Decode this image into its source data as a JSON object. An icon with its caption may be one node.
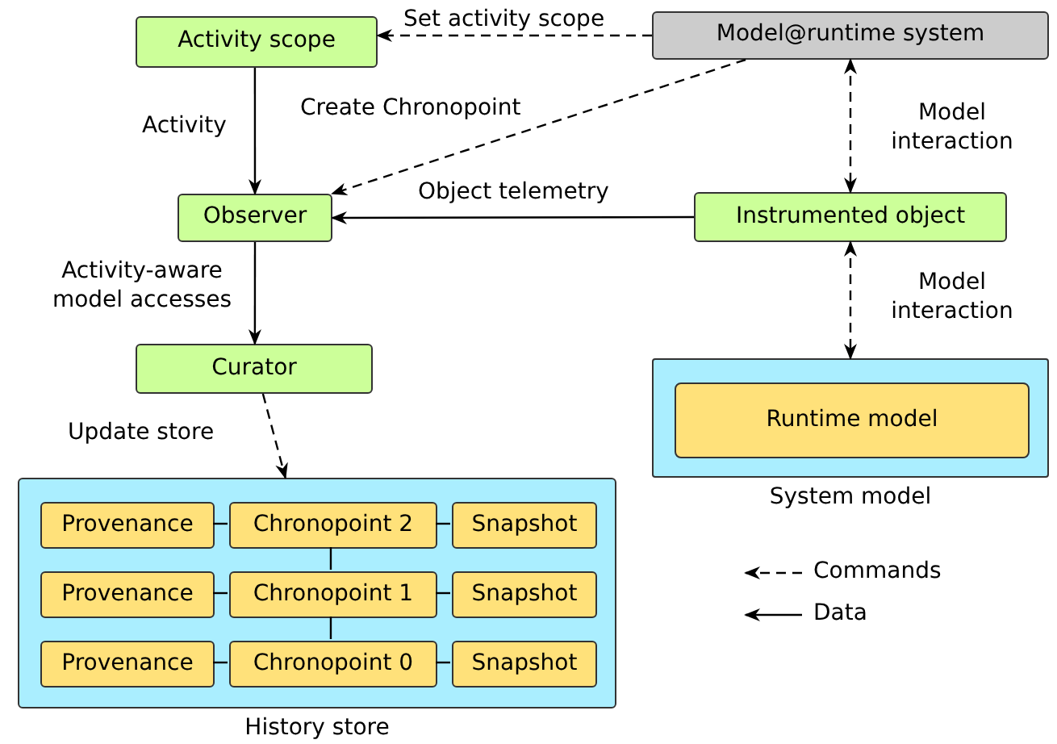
{
  "diagram": {
    "nodes": [
      {
        "text": [
          "Activity scope"
        ]
      },
      {
        "text": [
          "Model@runtime system"
        ]
      },
      {
        "text": [
          "Observer"
        ]
      },
      {
        "text": [
          "Instrumented object"
        ]
      },
      {
        "text": [
          "Curator"
        ]
      },
      {
        "text": [
          "System model"
        ]
      },
      {
        "text": [
          "Runtime model"
        ],
        "in": 5
      },
      {
        "text": [
          "History store"
        ]
      },
      {
        "text": [
          "Provenance"
        ],
        "in": 7
      },
      {
        "text": [
          "Chronopoint 2"
        ],
        "in": 7
      },
      {
        "text": [
          "Snapshot"
        ],
        "in": 7
      },
      {
        "text": [
          "Provenance"
        ],
        "in": 7
      },
      {
        "text": [
          "Chronopoint 1"
        ],
        "in": 7
      },
      {
        "text": [
          "Snapshot"
        ],
        "in": 7
      },
      {
        "text": [
          "Provenance"
        ],
        "in": 7
      },
      {
        "text": [
          "Chronopoint 0"
        ],
        "in": 7
      },
      {
        "text": [
          "Snapshot"
        ],
        "in": 7
      }
    ],
    "edges": [
      {
        "from": 1,
        "to": 0,
        "arrow": "to",
        "label": "Set activity scope",
        "style": "dashed"
      },
      {
        "from": 0,
        "to": 2,
        "arrow": "to",
        "label": "Activity"
      },
      {
        "from": 1,
        "to": 2,
        "arrow": "to",
        "label": "Create Chronopoint",
        "style": "dashed"
      },
      {
        "from": 3,
        "to": 2,
        "arrow": "to",
        "label": "Object telemetry"
      },
      {
        "from": 1,
        "to": 3,
        "arrow": "both",
        "label": "Model interaction",
        "style": "dashed"
      },
      {
        "from": 2,
        "to": 4,
        "arrow": "to",
        "label": "Activity-aware model accesses"
      },
      {
        "from": 3,
        "to": 5,
        "arrow": "both",
        "label": "Model interaction",
        "style": "dashed"
      },
      {
        "from": 4,
        "to": 7,
        "arrow": "to",
        "label": "Update store",
        "style": "dashed"
      },
      {
        "from": 8,
        "to": 9,
        "arrow": "none"
      },
      {
        "from": 9,
        "to": 10,
        "arrow": "none"
      },
      {
        "from": 11,
        "to": 12,
        "arrow": "none"
      },
      {
        "from": 12,
        "to": 13,
        "arrow": "none"
      },
      {
        "from": 14,
        "to": 15,
        "arrow": "none"
      },
      {
        "from": 15,
        "to": 16,
        "arrow": "none"
      },
      {
        "from": 9,
        "to": 12,
        "arrow": "none"
      },
      {
        "from": 12,
        "to": 15,
        "arrow": "none"
      }
    ],
    "legend": [
      {
        "text": "Commands"
      },
      {
        "text": "Data"
      }
    ]
  }
}
